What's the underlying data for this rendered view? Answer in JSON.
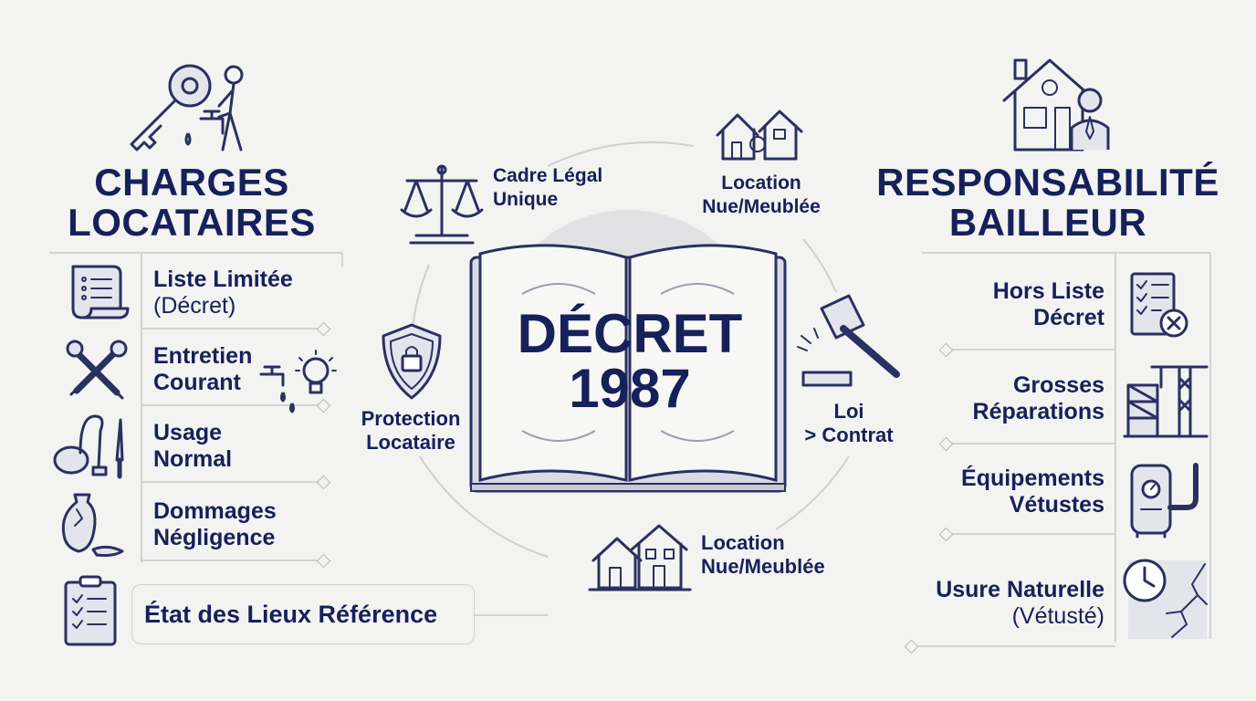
{
  "left": {
    "title_line1": "CHARGES",
    "title_line2": "LOCATAIRES",
    "items": [
      {
        "line1": "Liste Limitée",
        "line2": "(Décret)"
      },
      {
        "line1": "Entretien",
        "line2": "Courant"
      },
      {
        "line1": "Usage",
        "line2": "Normal"
      },
      {
        "line1": "Dommages",
        "line2": "Négligence"
      }
    ],
    "reference": "État des Lieux Référence"
  },
  "center": {
    "book_line1": "DÉCRET",
    "book_line2": "1987",
    "labels": {
      "cadre_line1": "Cadre Légal",
      "cadre_line2": "Unique",
      "location_top_line1": "Location",
      "location_top_line2": "Nue/Meublée",
      "protection_line1": "Protection",
      "protection_line2": "Locataire",
      "loi_line1": "Loi",
      "loi_line2": "> Contrat",
      "location_bottom_line1": "Location",
      "location_bottom_line2": "Nue/Meublée"
    }
  },
  "right": {
    "title_line1": "RESPONSABILITÉ",
    "title_line2": "BAILLEUR",
    "items": [
      {
        "line1": "Hors Liste",
        "line2": "Décret"
      },
      {
        "line1": "Grosses",
        "line2": "Réparations"
      },
      {
        "line1": "Équipements",
        "line2": "Vétustes"
      },
      {
        "line1": "Usure Naturelle",
        "line2": "(Vétusté)"
      }
    ]
  },
  "colors": {
    "ink": "#16205a",
    "line": "#2a3060",
    "background": "#f3f3f1"
  }
}
